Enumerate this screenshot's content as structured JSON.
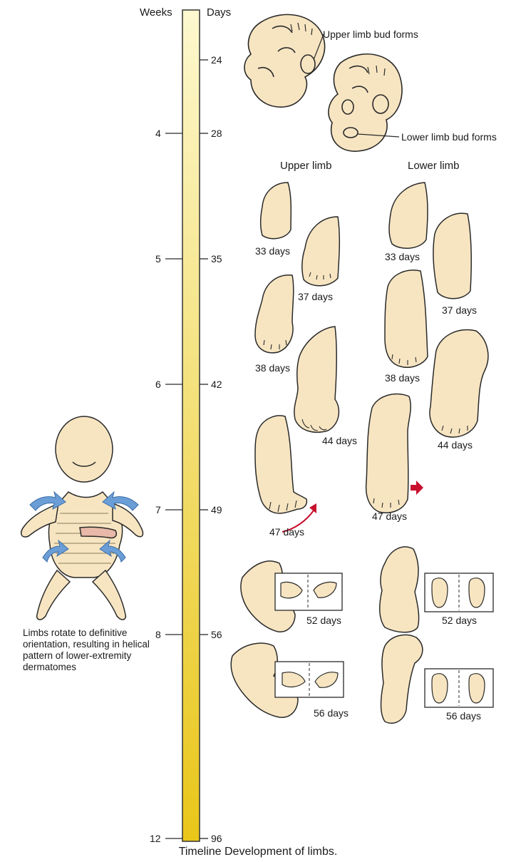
{
  "timeline": {
    "weeks_header": "Weeks",
    "days_header": "Days",
    "week_ticks": [
      {
        "label": "4",
        "day": 28
      },
      {
        "label": "5",
        "day": 35
      },
      {
        "label": "6",
        "day": 42
      },
      {
        "label": "7",
        "day": 49
      },
      {
        "label": "8",
        "day": 56
      },
      {
        "label": "12",
        "day": 96
      }
    ],
    "day_ticks": [
      {
        "label": "24",
        "day": 24
      },
      {
        "label": "28",
        "day": 28
      },
      {
        "label": "35",
        "day": 35
      },
      {
        "label": "42",
        "day": 42
      },
      {
        "label": "49",
        "day": 49
      },
      {
        "label": "56",
        "day": 56
      },
      {
        "label": "96",
        "day": 96
      }
    ],
    "gradient_top_color": "#fdf8cf",
    "gradient_bottom_color": "#e9c619"
  },
  "embryo": {
    "upper_bud_label": "Upper limb bud forms",
    "lower_bud_label": "Lower limb bud forms"
  },
  "columns": {
    "upper_limb": "Upper limb",
    "lower_limb": "Lower limb"
  },
  "upper_stages": [
    "33 days",
    "37 days",
    "38 days",
    "44 days",
    "47 days",
    "52 days",
    "56 days"
  ],
  "lower_stages": [
    "33 days",
    "37 days",
    "38 days",
    "44 days",
    "47 days",
    "52 days",
    "56 days"
  ],
  "fetus_note": "Limbs rotate to definitive orientation, resulting in helical pattern of lower-extremity dermatomes",
  "caption": "Timeline Development of limbs.",
  "colors": {
    "skin": "#f7e5c2",
    "outline": "#2a2a2a",
    "rotation_arrow": "#6b9ed6",
    "red_arrow": "#c8102e"
  }
}
